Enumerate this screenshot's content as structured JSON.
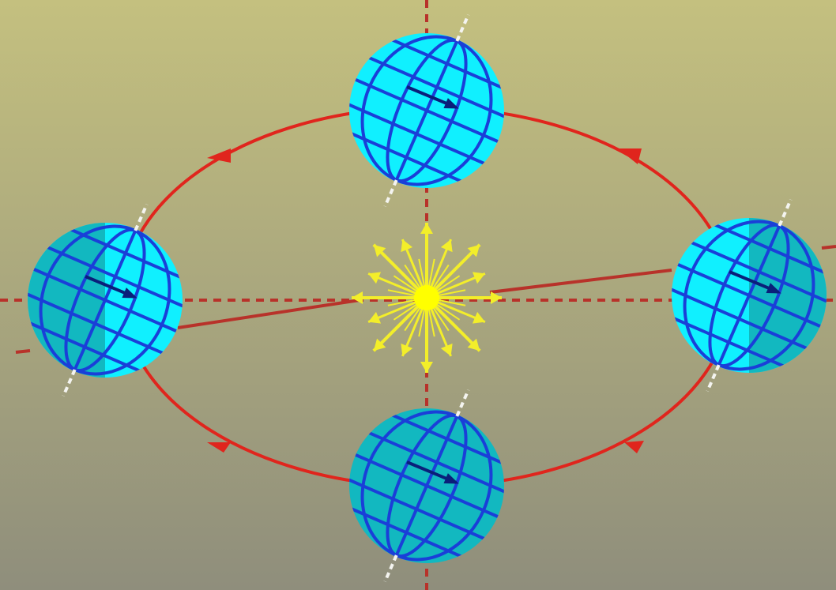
{
  "diagram": {
    "subject": "earth-orbit-around-sun",
    "orbit_direction": "counter-clockwise",
    "positions": [
      "top",
      "left",
      "bottom",
      "right"
    ],
    "colors": {
      "background_top": "#c4c07f",
      "background_bottom": "#8f8e7c",
      "orbit": "#e0251d",
      "axis_line": "#b8322a",
      "sun": "#ffff00",
      "sun_rays": "#f3ee2a",
      "globe_light": "#10f0ff",
      "globe_dark": "#12b8c0",
      "grid": "#1a3fd8",
      "earth_axis": "#f4f4f0",
      "spin_arrow": "#0a1f7a"
    }
  }
}
